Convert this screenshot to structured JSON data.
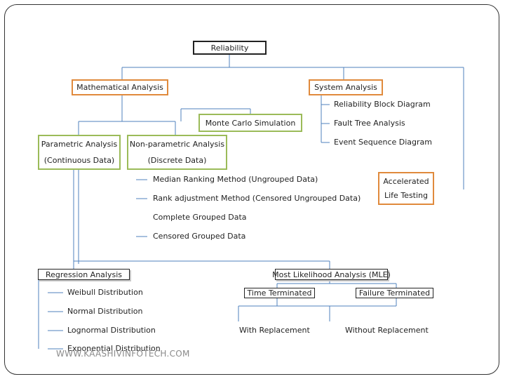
{
  "nodes": {
    "root": "Reliability",
    "math": "Mathematical Analysis",
    "system": "System Analysis",
    "monte": "Monte Carlo Simulation",
    "param_l1": "Parametric Analysis",
    "param_l2": "(Continuous Data)",
    "nonparam_l1": "Non-parametric Analysis",
    "nonparam_l2": "(Discrete Data)",
    "accel_l1": "Accelerated",
    "accel_l2": "Life Testing",
    "regression": "Regression Analysis",
    "mle": "Most Likelihood Analysis (MLE)",
    "time_term": "Time Terminated",
    "failure_term": "Failure Terminated",
    "with_repl": "With Replacement",
    "without_repl": "Without Replacement"
  },
  "system_items": [
    "Reliability Block Diagram",
    "Fault Tree Analysis",
    "Event Sequence Diagram"
  ],
  "nonparam_items": [
    "Median Ranking Method (Ungrouped Data)",
    "Rank adjustment Method (Censored Ungrouped Data)",
    "Complete Grouped Data",
    "Censored Grouped Data"
  ],
  "regression_items": [
    "Weibull Distribution",
    "Normal Distribution",
    "Lognormal Distribution",
    "Exponential Distribution"
  ],
  "watermark": "WWW.KAASHIVINFOTECH.COM",
  "colors": {
    "orange_border": "#e08a3c",
    "green_border": "#9bbb59",
    "line": "#1f4e79",
    "connector": "#5b8fc7"
  }
}
